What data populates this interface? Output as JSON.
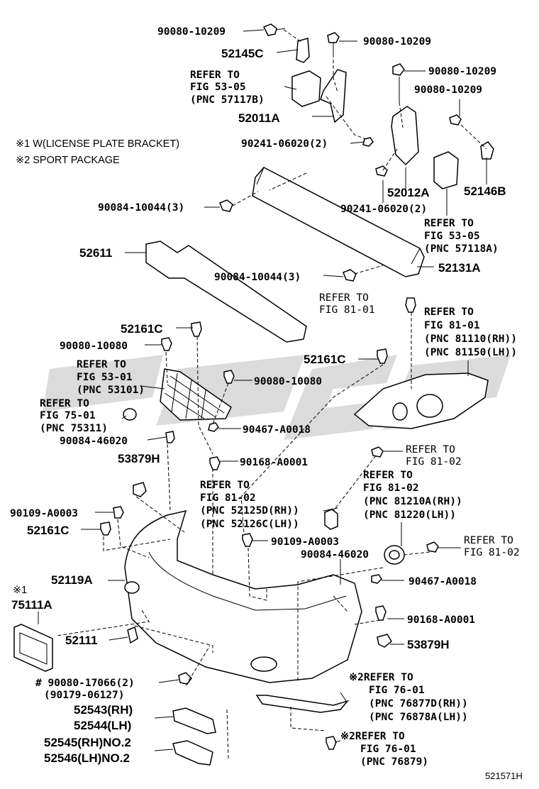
{
  "notes": [
    "※1 W(LICENSE PLATE BRACKET)",
    "※2 SPORT PACKAGE"
  ],
  "labels": {
    "l01": "90080-10209",
    "l02": "90080-10209",
    "l03": "52145C",
    "l04": "90080-10209",
    "l05": "90080-10209",
    "l06a": "REFER TO",
    "l06b": "FIG 53-05",
    "l06c": "(PNC 57117B)",
    "l07": "52011A",
    "l08": "90241-06020(2)",
    "l09": "52012A",
    "l10": "52146B",
    "l11": "90084-10044(3)",
    "l12": "90241-06020(2)",
    "l13a": "REFER TO",
    "l13b": "FIG 53-05",
    "l13c": "(PNC 57118A)",
    "l14": "52611",
    "l15": "90084-10044(3)",
    "l16": "52131A",
    "l17a": "REFER TO",
    "l17b": "FIG  81-01",
    "l18a": "REFER TO",
    "l18b": "FIG 81-01",
    "l18c": "(PNC 81110(RH))",
    "l18d": "(PNC 81150(LH))",
    "l19": "52161C",
    "l20": "90080-10080",
    "l21a": "REFER TO",
    "l21b": "FIG 53-01",
    "l21c": "(PNC 53101)",
    "l22": "52161C",
    "l23": "90080-10080",
    "l24a": "REFER TO",
    "l24b": "FIG 75-01",
    "l24c": "(PNC 75311)",
    "l25": "90467-A0018",
    "l26": "90084-46020",
    "l27a": "REFER TO",
    "l27b": "FIG  81-02",
    "l28": "53879H",
    "l29": "90168-A0001",
    "l30a": "REFER TO",
    "l30b": "FIG 81-02",
    "l30c": "(PNC 52125D(RH))",
    "l30d": "(PNC 52126C(LH))",
    "l31a": "REFER TO",
    "l31b": "FIG 81-02",
    "l31c": "(PNC 81210A(RH))",
    "l31d": "(PNC 81220(LH))",
    "l32": "90109-A0003",
    "l33": "52161C",
    "l34": "90109-A0003",
    "l35a": "REFER TO",
    "l35b": "FIG  81-02",
    "l36": "90084-46020",
    "l37": "52119A",
    "l38": "90467-A0018",
    "l39a": "※1",
    "l39b": "75111A",
    "l40": "90168-A0001",
    "l41": "52111",
    "l42": "53879H",
    "l43a": "# 90080-17066(2)",
    "l43b": "(90179-06127)",
    "l44a": "※2REFER TO",
    "l44b": "FIG 76-01",
    "l44c": "(PNC 76877D(RH))",
    "l44d": "(PNC 76878A(LH))",
    "l45a": "52543(RH)",
    "l45b": "52544(LH)",
    "l46a": "52545(RH)NO.2",
    "l46b": "52546(LH)NO.2",
    "l47a": "※2REFER TO",
    "l47b": "FIG 76-01",
    "l47c": "(PNC 76879)",
    "l48": "521571H"
  }
}
